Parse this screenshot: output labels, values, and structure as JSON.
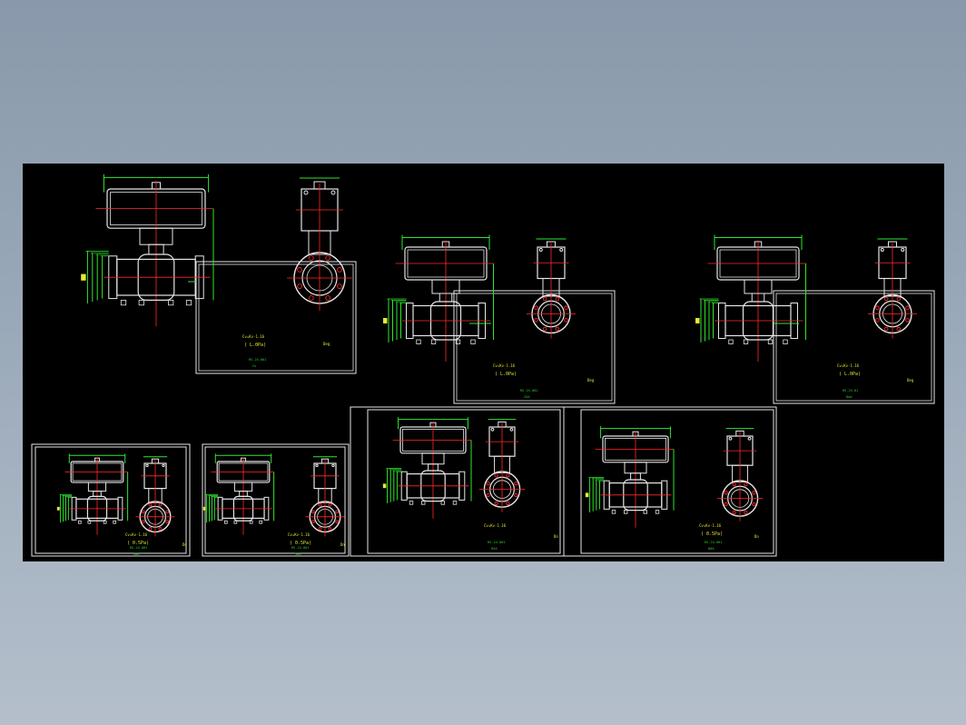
{
  "drawing": {
    "sheets": [
      {
        "note": "Cv=Kv·1.16",
        "extra": "( L.0Pa)",
        "code": "RS-24-001",
        "scale": "Cv",
        "unit": "Deg"
      },
      {
        "note": "Cv=Kv·1.16",
        "extra": "( L.0Pa)",
        "code": "RS-24-001",
        "scale": "25A",
        "unit": "Deg"
      },
      {
        "note": "Cv=Kv·1.16",
        "extra": "( L.0Pa)",
        "code": "RS-24-01",
        "scale": "Dwd",
        "unit": "Deg"
      },
      {
        "note": "Cv=Kv·1.16",
        "extra": "( 0.5Pa)",
        "code": "RS-24-001",
        "scale": "40A",
        "unit": "Dn"
      },
      {
        "note": "Cv=Kv·1.16",
        "extra": "( 0.5Pa)",
        "code": "RS-24-001",
        "scale": "50A",
        "unit": "Dn"
      },
      {
        "note": "Cv=Kv·1.16",
        "extra": "",
        "code": "RS-24-001",
        "scale": "65A",
        "unit": "Dn"
      },
      {
        "note": "Cv=Kv·1.16",
        "extra": "( 0.5Pa)",
        "code": "RS-24-001",
        "scale": "80A",
        "unit": "Dn"
      }
    ]
  }
}
